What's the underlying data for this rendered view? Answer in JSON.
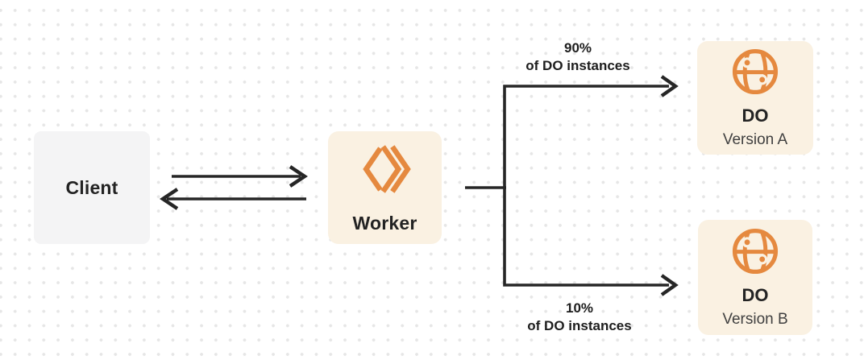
{
  "colors": {
    "background": "#ffffff",
    "grid_dot": "#e6e6e6",
    "line": "#262626",
    "accent_orange": "#e5893f",
    "cream_box": "#faf1e2",
    "gray_box": "#f4f4f5",
    "text_primary": "#232323",
    "text_secondary": "#404040"
  },
  "nodes": {
    "client": {
      "label": "Client"
    },
    "worker": {
      "label": "Worker",
      "icon": "cloudflare-workers-icon"
    },
    "do_version_a": {
      "title": "DO",
      "subtitle": "Version A",
      "icon": "durable-object-globe-icon"
    },
    "do_version_b": {
      "title": "DO",
      "subtitle": "Version B",
      "icon": "durable-object-globe-icon"
    }
  },
  "edges": {
    "top_branch": {
      "percent": "90%",
      "caption": "of DO instances"
    },
    "bottom_branch": {
      "percent": "10%",
      "caption": "of DO instances"
    }
  }
}
